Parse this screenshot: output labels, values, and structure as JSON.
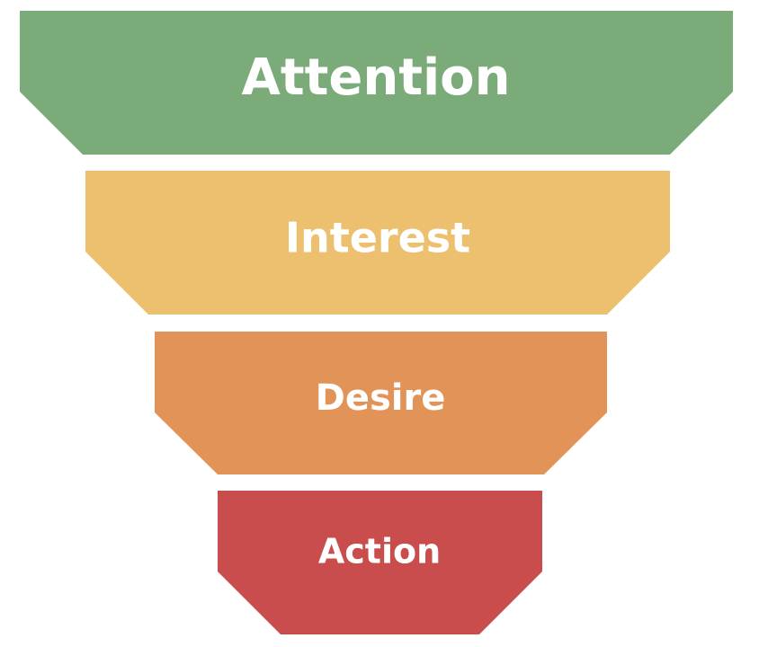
{
  "funnel": {
    "stages": [
      {
        "label": "Attention",
        "color": "#7aab78"
      },
      {
        "label": "Interest",
        "color": "#ecc06f"
      },
      {
        "label": "Desire",
        "color": "#e29357"
      },
      {
        "label": "Action",
        "color": "#c94d4d"
      }
    ]
  }
}
